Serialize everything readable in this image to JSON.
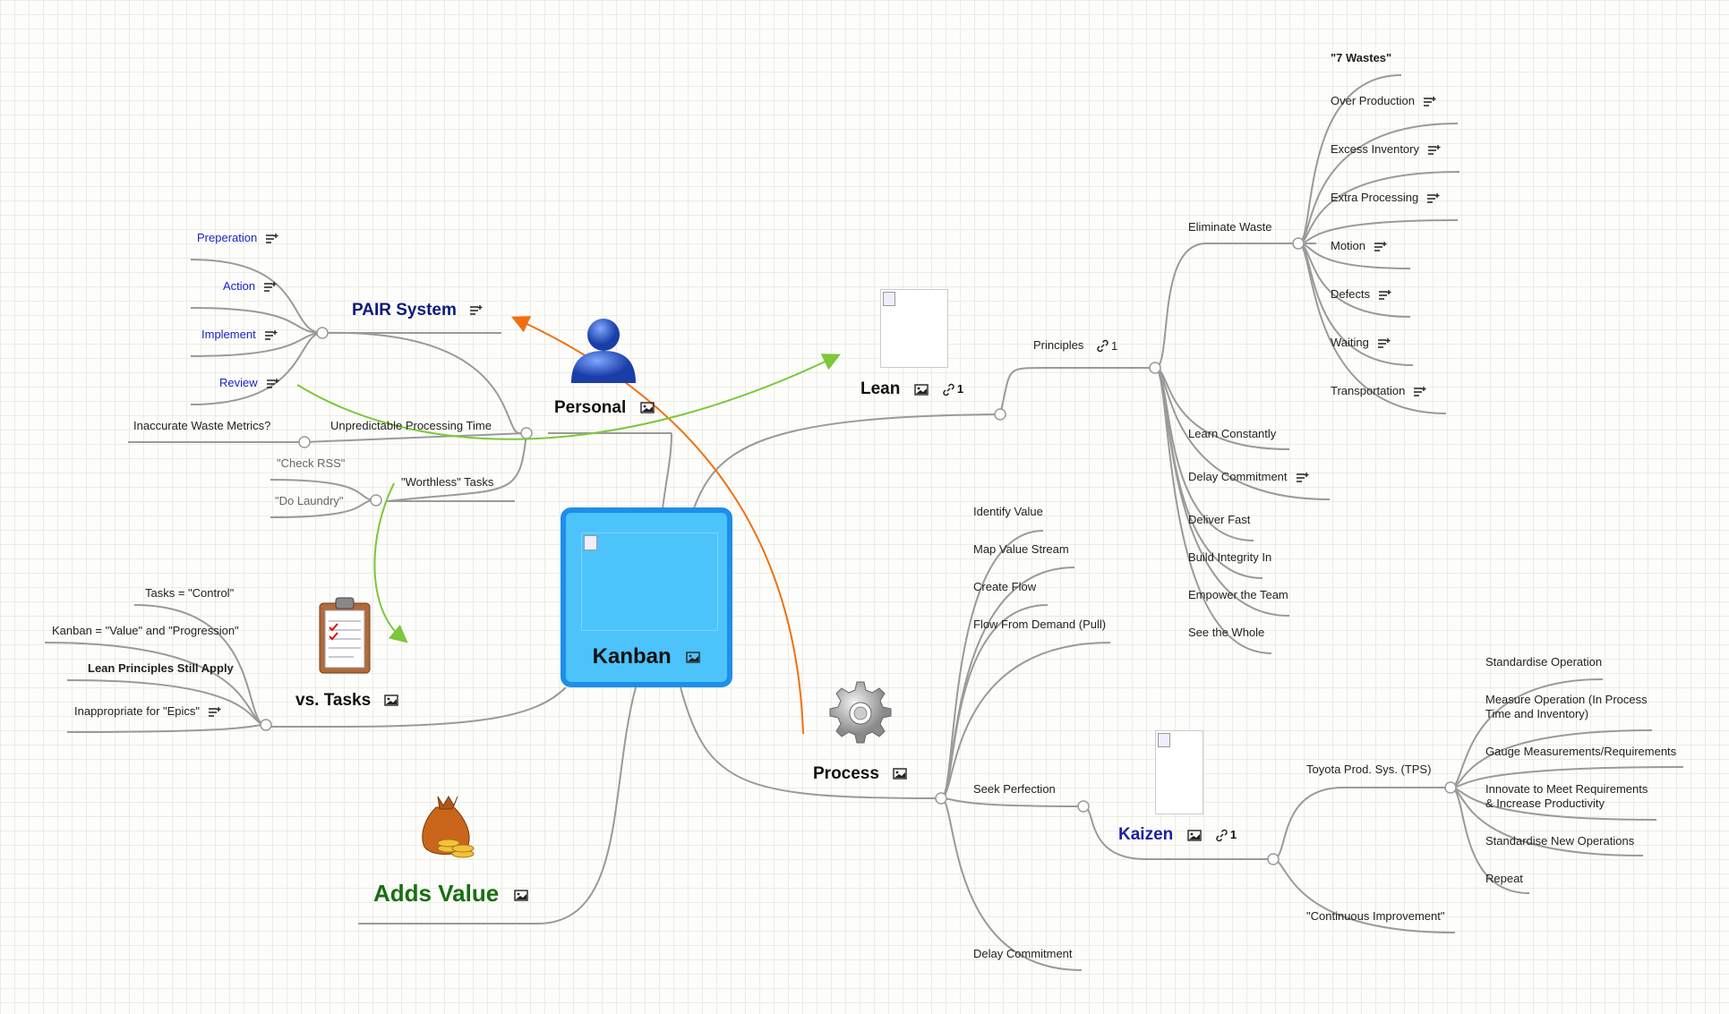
{
  "center": {
    "title": "Kanban"
  },
  "personal": {
    "title": "Personal",
    "pair": {
      "title": "PAIR System",
      "items": [
        "Preperation",
        "Action",
        "Implement",
        "Review"
      ]
    },
    "unpredictable": "Unpredictable Processing Time",
    "inaccurate": "Inaccurate Waste Metrics?",
    "worthless": {
      "title": "\"Worthless\" Tasks",
      "items": [
        "\"Check RSS\"",
        "\"Do Laundry\""
      ]
    }
  },
  "tasks": {
    "title": "vs. Tasks",
    "items": [
      "Tasks = \"Control\"",
      "Kanban = \"Value\" and \"Progression\"",
      "Lean Principles Still Apply",
      "Inappropriate for \"Epics\""
    ]
  },
  "adds_value": {
    "title": "Adds Value"
  },
  "lean": {
    "title": "Lean",
    "link_count": "1",
    "principles": {
      "title": "Principles",
      "link_count": "1",
      "eliminate": {
        "title": "Eliminate Waste",
        "items": [
          "\"7 Wastes\"",
          "Over Production",
          "Excess Inventory",
          "Extra Processing",
          "Motion",
          "Defects",
          "Waiting",
          "Transportation"
        ]
      },
      "items": [
        "Learn Constantly",
        "Delay Commitment",
        "Deliver Fast",
        "Build Integrity In",
        "Empower the Team",
        "See the Whole"
      ]
    }
  },
  "process": {
    "title": "Process",
    "items": [
      "Identify Value",
      "Map Value Stream",
      "Create Flow",
      "Flow From Demand (Pull)",
      "Seek Perfection",
      "Delay Commitment"
    ],
    "kaizen": {
      "title": "Kaizen",
      "link_count": "1",
      "tps": {
        "title": "Toyota Prod. Sys. (TPS)",
        "items": [
          "Standardise Operation",
          "Measure Operation (In Process",
          "Time and Inventory)",
          "Gauge Measurements/Requirements",
          "Innovate to Meet Requirements",
          "& Increase Productivity",
          "Standardise New Operations",
          "Repeat"
        ]
      },
      "continuous": "\"Continuous Improvement\""
    }
  },
  "colors": {
    "line": "#9a9a9a",
    "orange": "#f07010",
    "green": "#7cc73a",
    "center_fill": "#4cc3fb",
    "center_border": "#1e8fe8"
  }
}
